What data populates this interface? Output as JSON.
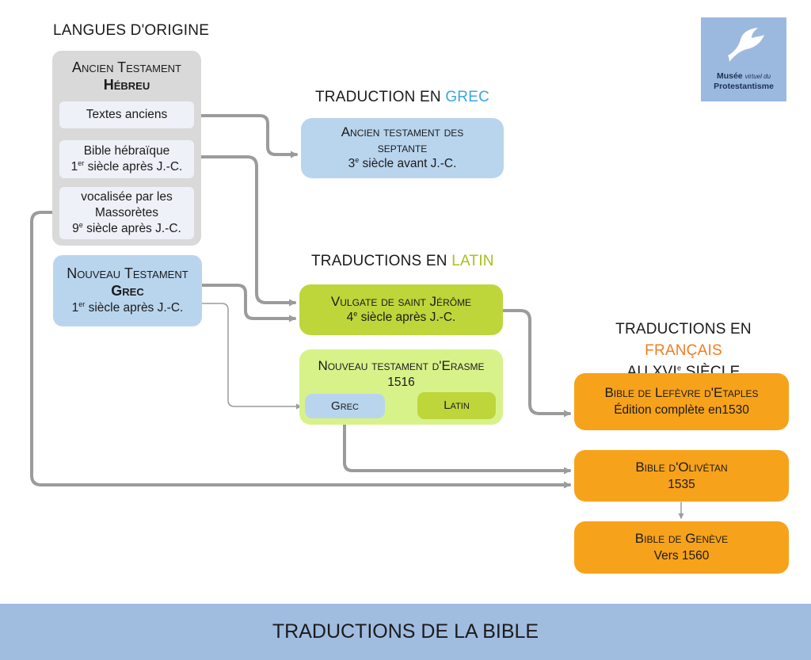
{
  "headings": {
    "origin": "LANGUES D'ORIGINE",
    "greek_prefix": "TRADUCTION EN ",
    "greek_word": "GREC",
    "latin_prefix": "TRADUCTIONS EN ",
    "latin_word": "LATIN",
    "french_prefix": "TRADUCTIONS EN ",
    "french_word": "FRANÇAIS",
    "french_line2": "AU XVI",
    "french_line2_sup": "e",
    "french_line2_end": " SIÈCLE"
  },
  "ancien_testament": {
    "title": "Ancien Testament",
    "language": "Hébreu",
    "item1": "Textes anciens",
    "item2_line1": "Bible hébraïque",
    "item2_num": "1",
    "item2_sup": "er",
    "item2_rest": " siècle après J.-C.",
    "item3_line1": "vocalisée par les",
    "item3_line2": "Massorètes",
    "item3_num": "9",
    "item3_sup": "e",
    "item3_rest": " siècle après J.-C."
  },
  "nouveau_testament": {
    "title": "Nouveau Testament",
    "language": "Grec",
    "date_num": "1",
    "date_sup": "er",
    "date_rest": " siècle après J.-C."
  },
  "septante": {
    "line1": "Ancien testament des",
    "line2": "septante",
    "date_num": "3",
    "date_sup": "e",
    "date_rest": " siècle avant J.-C."
  },
  "vulgate": {
    "line1": "Vulgate de saint Jérôme",
    "date_num": "4",
    "date_sup": "e",
    "date_rest": " siècle après J.-C."
  },
  "erasme": {
    "line1": "Nouveau testament d'Erasme",
    "year": "1516",
    "grec": "Grec",
    "latin": "Latin"
  },
  "lefevre": {
    "line1": "Bible de Lefèvre d'Etaples",
    "line2": "Édition complète en1530"
  },
  "olivetan": {
    "line1": "Bible d'Olivétan",
    "year": "1535"
  },
  "geneve": {
    "line1": "Bible de Genève",
    "line2": "Vers 1560"
  },
  "logo": {
    "word1": "Musée",
    "word2": "virtuel du",
    "word3": "Protestantisme",
    "icon": "dove-icon"
  },
  "footer": {
    "title": "TRADUCTIONS DE LA BIBLE"
  },
  "colors": {
    "grey_box": "#d9d9d9",
    "blue_box": "#b9d5ee",
    "green_box": "#bed63a",
    "light_green_box": "#d8f28a",
    "orange_box": "#f7a21b",
    "greek_accent": "#3aa6dd",
    "latin_accent": "#a6c21f",
    "french_accent": "#f07d1e",
    "connector": "#9b9b9b",
    "footer": "#a0bde0"
  }
}
